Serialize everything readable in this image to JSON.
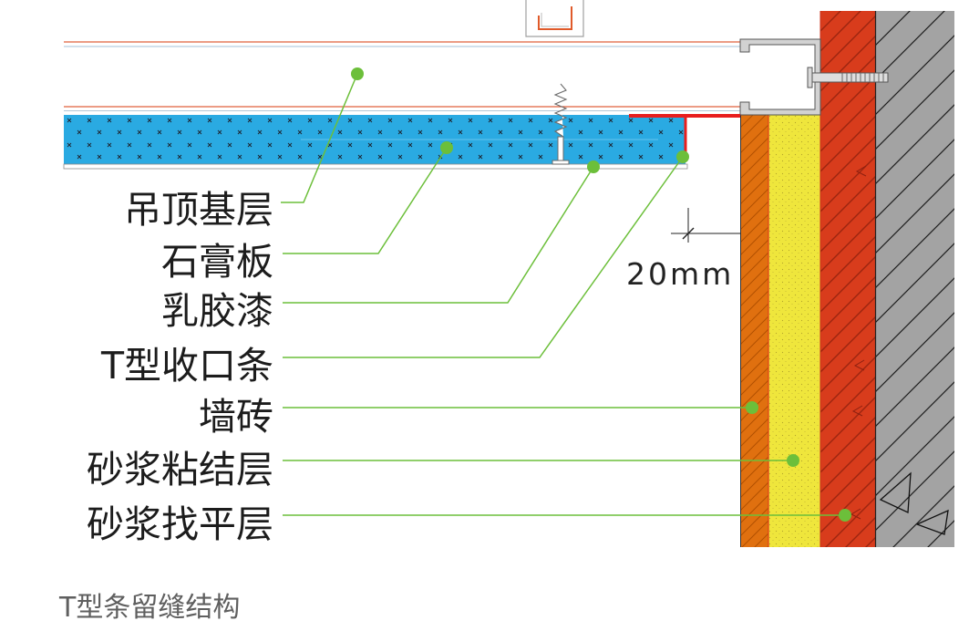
{
  "labels": {
    "ceiling_base": "吊顶基层",
    "gypsum_board": "石膏板",
    "latex_paint": "乳胶漆",
    "t_trim": "T型收口条",
    "wall_tile": "墙砖",
    "mortar_bond": "砂浆粘结层",
    "mortar_level": "砂浆找平层"
  },
  "dimension": "20mm",
  "caption": "T型条留缝结构",
  "colors": {
    "gypsum_board": "#2aaae2",
    "wall_tile": "#e0700f",
    "mortar_bond": "#efe63c",
    "brick": "#d83c1c",
    "concrete": "#a3a3a3",
    "t_trim": "#e81e1e",
    "leader": "#6cbf3a"
  }
}
